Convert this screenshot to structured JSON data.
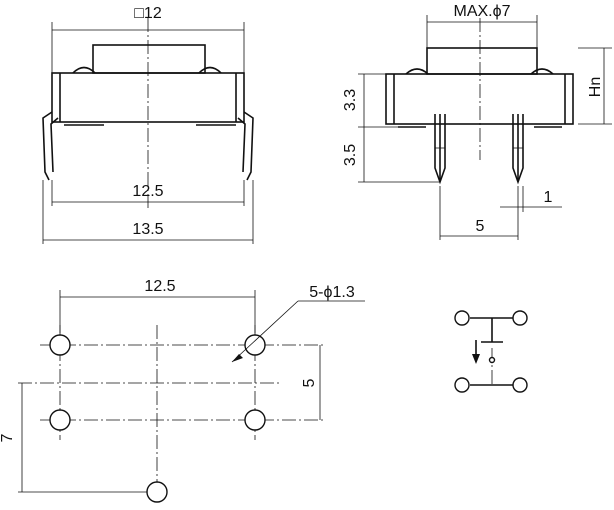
{
  "dimensions": {
    "body_square": "□12",
    "actuator_max": "MAX.ϕ7",
    "height_hn": "Hn",
    "body_height": "3.3",
    "lead_length": "3.5",
    "terminal_pitch_inner": "12.5",
    "terminal_span_outer": "13.5",
    "pin_width": "1",
    "side_pin_spacing": "5",
    "pcb_pitch_x": "12.5",
    "pcb_hole_spec": "5-ϕ1.3",
    "pcb_pitch_y": "5",
    "pcb_pitch_ground": "7"
  }
}
